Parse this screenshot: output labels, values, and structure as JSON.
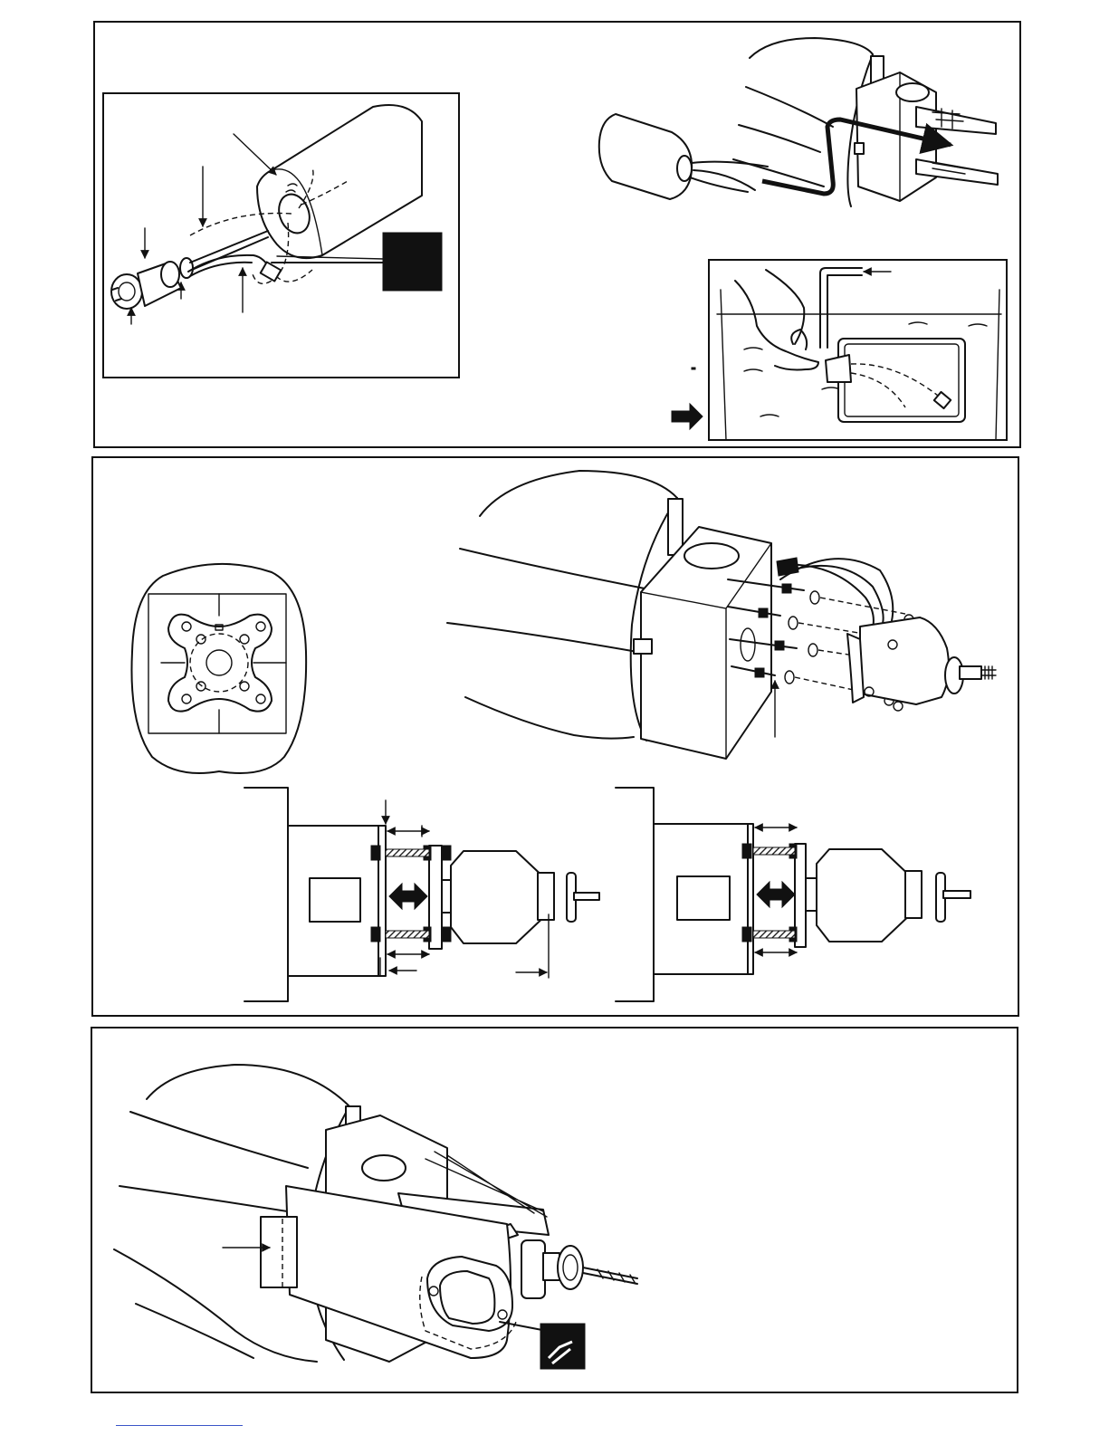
{
  "page": {
    "title": "",
    "panels": [
      {
        "id": "fuel-line-routing",
        "caption": ""
      },
      {
        "id": "motor-mount-install",
        "caption": ""
      },
      {
        "id": "cowl-and-muffler",
        "caption": ""
      }
    ]
  },
  "colors": {
    "line": "#111111",
    "background": "#ffffff",
    "footer_link": "#3a55c8"
  },
  "icons": {
    "inset_marker": "black-square-icon",
    "pointer": "right-arrow-icon",
    "adjust": "double-arrow-icon",
    "fuel_flow": "arrow-icon"
  }
}
